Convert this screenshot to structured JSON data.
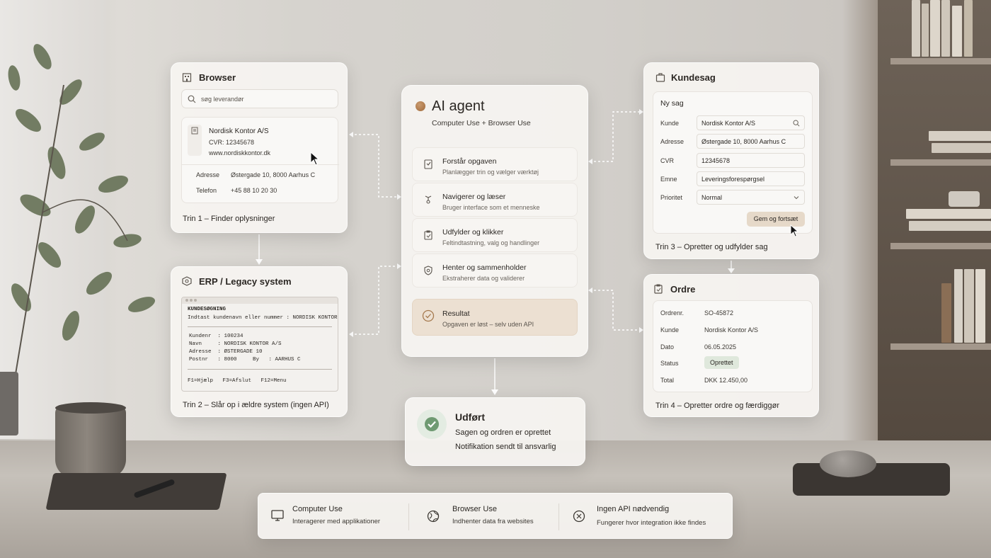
{
  "browser": {
    "title": "Browser",
    "search_placeholder": "søg leverandør",
    "company": "Nordisk Kontor A/S",
    "cvr": "CVR: 12345678",
    "website": "www.nordiskkontor.dk",
    "address_label": "Adresse",
    "address": "Østergade 10, 8000 Aarhus C",
    "phone_label": "Telefon",
    "phone": "+45 88 10 20 30",
    "caption": "Trin 1 – Finder oplysninger"
  },
  "erp": {
    "title": "ERP / Legacy system",
    "screen_title": "KUNDESØGNING",
    "prompt": "Indtast kundenavn eller nummer : NORDISK KONTOR",
    "line1": "Kundenr  : 100234",
    "line2": "Navn     : NORDISK KONTOR A/S",
    "line3": "Adresse  : ØSTERGADE 10",
    "line4": "Postnr   : 8000     By   : AARHUS C",
    "fkeys": "F1=Hjælp   F3=Afslut   F12=Menu",
    "caption": "Trin 2 – Slår op i ældre system (ingen API)"
  },
  "agent": {
    "title": "AI agent",
    "subtitle": "Computer Use + Browser Use",
    "steps": [
      {
        "title": "Forstår opgaven",
        "sub": "Planlægger trin og vælger værktøj"
      },
      {
        "title": "Navigerer og læser",
        "sub": "Bruger interface som et menneske"
      },
      {
        "title": "Udfylder og klikker",
        "sub": "Feltindtastning, valg og handlinger"
      },
      {
        "title": "Henter og sammenholder",
        "sub": "Ekstraherer data og validerer"
      }
    ],
    "result_title": "Resultat",
    "result_sub": "Opgaven er løst – selv uden API"
  },
  "done": {
    "title": "Udført",
    "line1": "Sagen og ordren er oprettet",
    "line2": "Notifikation sendt til ansvarlig"
  },
  "kundesag": {
    "title": "Kundesag",
    "form_title": "Ny sag",
    "kunde_label": "Kunde",
    "kunde": "Nordisk Kontor A/S",
    "adresse_label": "Adresse",
    "adresse": "Østergade 10, 8000 Aarhus C",
    "cvr_label": "CVR",
    "cvr": "12345678",
    "emne_label": "Emne",
    "emne": "Leveringsforespørgsel",
    "prioritet_label": "Prioritet",
    "prioritet": "Normal",
    "button": "Gem og fortsæt",
    "caption": "Trin 3 – Opretter og udfylder sag"
  },
  "ordre": {
    "title": "Ordre",
    "rows": [
      {
        "label": "Ordrenr.",
        "value": "SO-45872"
      },
      {
        "label": "Kunde",
        "value": "Nordisk Kontor A/S"
      },
      {
        "label": "Dato",
        "value": "06.05.2025"
      },
      {
        "label": "Status",
        "value": "Oprettet"
      },
      {
        "label": "Total",
        "value": "DKK 12.450,00"
      }
    ],
    "caption": "Trin 4 – Opretter ordre og færdiggør"
  },
  "features": [
    {
      "title": "Computer Use",
      "sub": "Interagerer med applikationer",
      "icon": "monitor-icon"
    },
    {
      "title": "Browser Use",
      "sub": "Indhenter data fra websites",
      "icon": "globe-icon"
    },
    {
      "title": "Ingen API nødvendig",
      "sub": "Fungerer hvor integration ikke findes",
      "icon": "no-api-icon"
    }
  ],
  "colors": {
    "accent": "#b07f52",
    "success": "#6f9a72",
    "result_bg": "#ece0d2",
    "button_bg": "#e6d9c9"
  }
}
